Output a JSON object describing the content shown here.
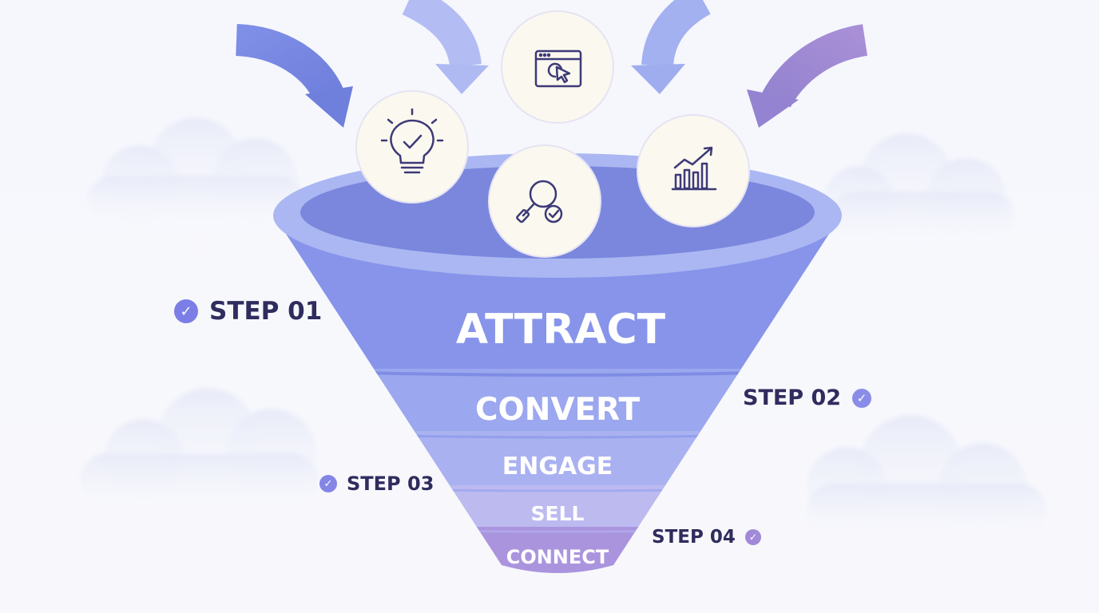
{
  "funnel": {
    "stages": [
      "ATTRACT",
      "CONVERT",
      "ENGAGE",
      "SELL",
      "CONNECT"
    ]
  },
  "steps": [
    "STEP 01",
    "STEP 02",
    "STEP 03",
    "STEP 04"
  ],
  "icons": [
    "lightbulb-check-icon",
    "browser-click-icon",
    "magnifier-check-icon",
    "growth-chart-icon"
  ],
  "colors": {
    "funnel_top": "#8794ea",
    "funnel_rim": "#aab7f2",
    "funnel_inner": "#7a87dd",
    "stage_convert": "#9ba7ee",
    "stage_engage": "#aab1f1",
    "stage_sell": "#bdbaf0",
    "stage_connect": "#ab94de",
    "step_text": "#2f2c5e",
    "icon_circle": "#fbf8ef",
    "icon_stroke": "#3c3a78"
  }
}
